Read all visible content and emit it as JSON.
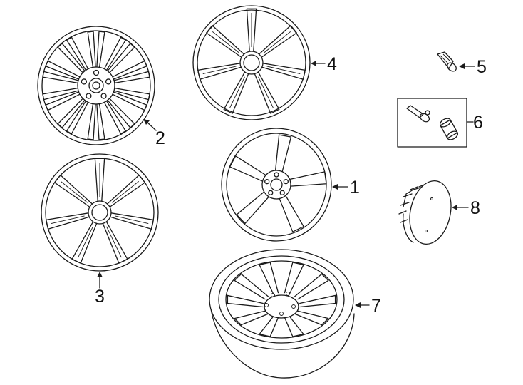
{
  "diagram": {
    "callouts": [
      {
        "id": "1",
        "label": "1"
      },
      {
        "id": "2",
        "label": "2"
      },
      {
        "id": "3",
        "label": "3"
      },
      {
        "id": "4",
        "label": "4"
      },
      {
        "id": "5",
        "label": "5"
      },
      {
        "id": "6",
        "label": "6"
      },
      {
        "id": "7",
        "label": "7"
      },
      {
        "id": "8",
        "label": "8"
      }
    ],
    "parts": [
      {
        "callout": "1",
        "depicts": "alloy-wheel-five-spoke"
      },
      {
        "callout": "2",
        "depicts": "alloy-wheel-multi-spoke"
      },
      {
        "callout": "3",
        "depicts": "alloy-wheel-split-spoke"
      },
      {
        "callout": "4",
        "depicts": "alloy-wheel-split-spoke"
      },
      {
        "callout": "5",
        "depicts": "valve-stem"
      },
      {
        "callout": "6",
        "depicts": "valve-stem-kit"
      },
      {
        "callout": "7",
        "depicts": "spare-tire-and-wheel"
      },
      {
        "callout": "8",
        "depicts": "center-cap"
      }
    ],
    "colors": {
      "line": "#1a1a1a",
      "background": "#ffffff"
    }
  }
}
